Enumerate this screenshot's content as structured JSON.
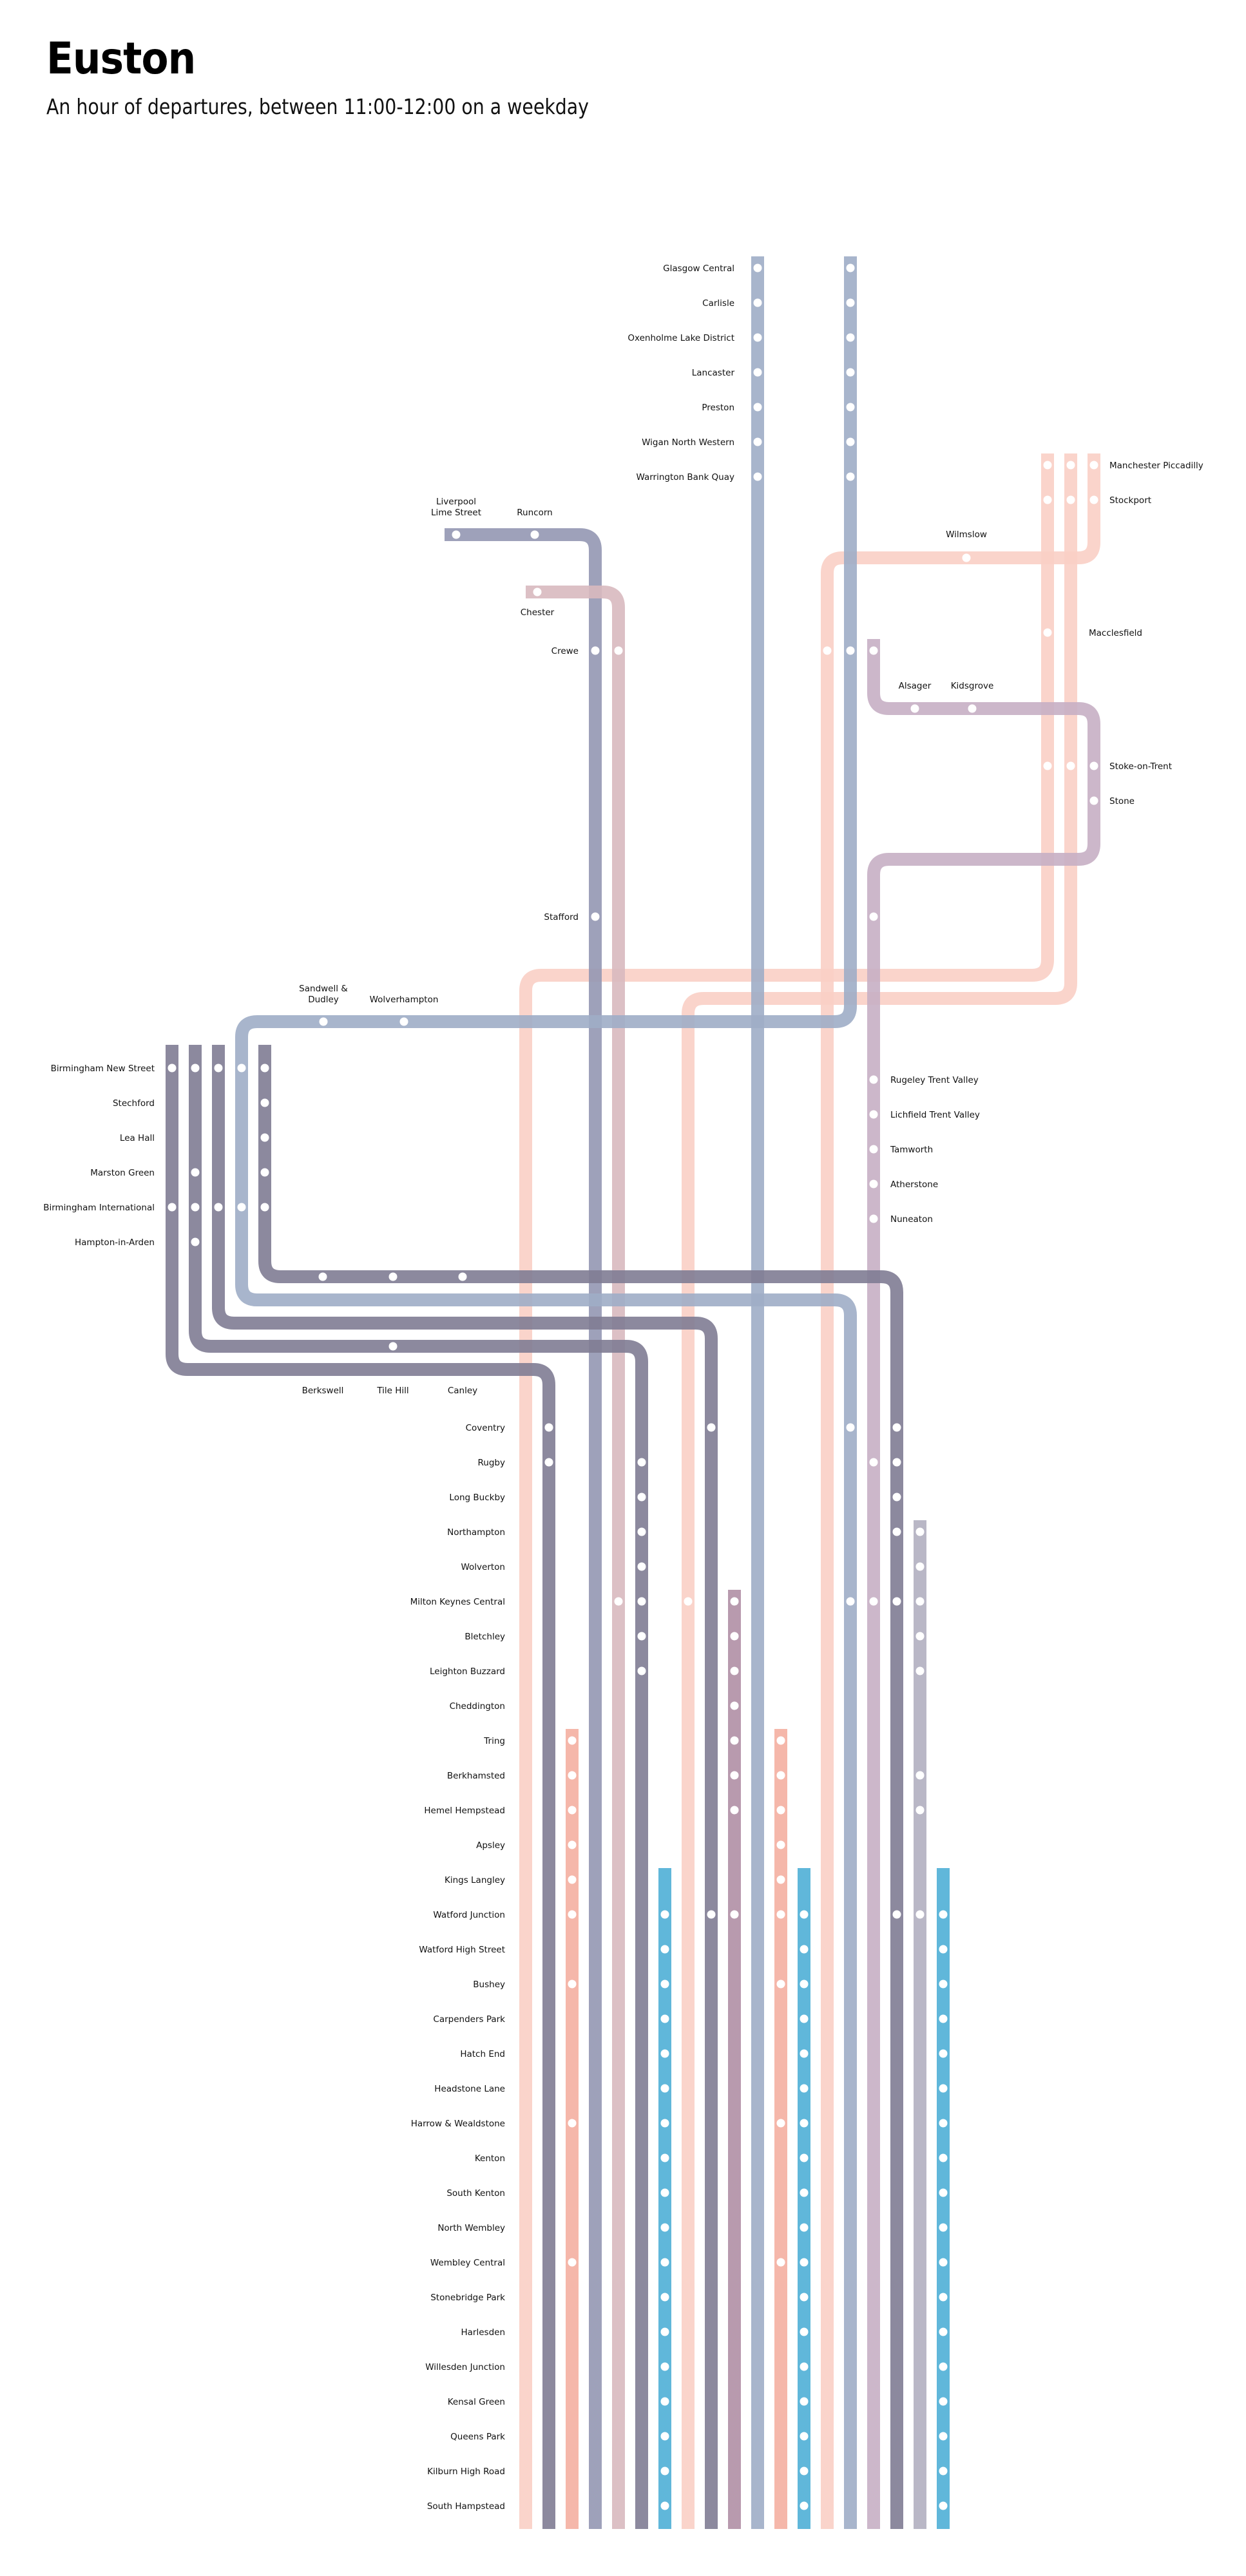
{
  "header": {
    "title": "Euston",
    "subtitle": "An hour of departures, between 11:00-12:00 on a weekday"
  },
  "colors": {
    "pink_light": "#f9cfc5",
    "dark": "#807c93",
    "salmon": "#f4afa1",
    "slate": "#9497b2",
    "dusty_pink": "#d8b9bf",
    "overground_blue": "#4fafd6",
    "mauve": "#b08fa5",
    "blue_grey": "#9fadc7",
    "lilac": "#c6afc4",
    "grey_lilac": "#b1afc0",
    "stop": "#ffffff"
  },
  "stations": {
    "north": [
      "Glasgow Central",
      "Carlisle",
      "Oxenholme Lake District",
      "Lancaster",
      "Preston",
      "Wigan North Western",
      "Warrington Bank Quay"
    ],
    "liverpool": [
      "Liverpool Lime Street",
      "Runcorn"
    ],
    "chester": "Chester",
    "crewe": "Crewe",
    "stafford": "Stafford",
    "manchester": [
      "Manchester Piccadilly",
      "Stockport"
    ],
    "wilmslow": "Wilmslow",
    "macclesfield": "Macclesfield",
    "potteries": [
      "Alsager",
      "Kidsgrove"
    ],
    "stoke": [
      "Stoke-on-Trent",
      "Stone"
    ],
    "west_mids": [
      "Sandwell & Dudley",
      "Wolverhampton"
    ],
    "birmingham": [
      "Birmingham New Street",
      "Stechford",
      "Lea Hall",
      "Marston Green",
      "Birmingham International",
      "Hampton-in-Arden"
    ],
    "trent_valley": [
      "Rugeley Trent Valley",
      "Lichfield Trent Valley",
      "Tamworth",
      "Atherstone",
      "Nuneaton"
    ],
    "coventry_approach": [
      "Berkswell",
      "Tile Hill",
      "Canley"
    ],
    "south": [
      "Coventry",
      "Rugby",
      "Long Buckby",
      "Northampton",
      "Wolverton",
      "Milton Keynes Central",
      "Bletchley",
      "Leighton Buzzard",
      "Cheddington",
      "Tring",
      "Berkhamsted",
      "Hemel Hempstead",
      "Apsley",
      "Kings Langley",
      "Watford Junction",
      "Watford High Street",
      "Bushey",
      "Carpenders Park",
      "Hatch End",
      "Headstone Lane",
      "Harrow & Wealdstone",
      "Kenton",
      "South Kenton",
      "North Wembley",
      "Wembley Central",
      "Stonebridge Park",
      "Harlesden",
      "Willesden Junction",
      "Kensal Green",
      "Queens Park",
      "Kilburn High Road",
      "South Hampstead"
    ]
  },
  "services": [
    {
      "id": "s0",
      "color": "pink_light",
      "stops": [
        "Manchester Piccadilly",
        "Stockport",
        "Macclesfield",
        "Stoke-on-Trent"
      ]
    },
    {
      "id": "s1",
      "color": "dark",
      "stops": [
        "Birmingham New Street",
        "Birmingham International",
        "Coventry",
        "Rugby"
      ]
    },
    {
      "id": "s2",
      "color": "salmon",
      "stops": [
        "Tring",
        "Berkhamsted",
        "Hemel Hempstead",
        "Apsley",
        "Kings Langley",
        "Watford Junction",
        "Bushey",
        "Harrow & Wealdstone",
        "Wembley Central"
      ]
    },
    {
      "id": "s3",
      "color": "slate",
      "stops": [
        "Liverpool Lime Street",
        "Runcorn",
        "Crewe",
        "Stafford"
      ]
    },
    {
      "id": "s4",
      "color": "dusty_pink",
      "stops": [
        "Chester",
        "Crewe",
        "Milton Keynes Central"
      ]
    },
    {
      "id": "s5",
      "color": "dark",
      "stops": [
        "Birmingham New Street",
        "Marston Green",
        "Birmingham International",
        "Hampton-in-Arden",
        "Tile Hill",
        "Rugby",
        "Long Buckby",
        "Northampton",
        "Wolverton",
        "Milton Keynes Central",
        "Bletchley",
        "Leighton Buzzard"
      ]
    },
    {
      "id": "s6",
      "color": "overground_blue",
      "stops": [
        "Watford Junction",
        "Watford High Street",
        "Bushey",
        "Carpenders Park",
        "Hatch End",
        "Headstone Lane",
        "Harrow & Wealdstone",
        "Kenton",
        "South Kenton",
        "North Wembley",
        "Wembley Central",
        "Stonebridge Park",
        "Harlesden",
        "Willesden Junction",
        "Kensal Green",
        "Queens Park",
        "Kilburn High Road",
        "South Hampstead"
      ]
    },
    {
      "id": "s7",
      "color": "pink_light",
      "stops": [
        "Manchester Piccadilly",
        "Stockport",
        "Stoke-on-Trent",
        "Milton Keynes Central"
      ]
    },
    {
      "id": "s8",
      "color": "dark",
      "stops": [
        "Birmingham New Street",
        "Birmingham International",
        "Coventry",
        "Watford Junction"
      ]
    },
    {
      "id": "s9",
      "color": "mauve",
      "stops": [
        "Milton Keynes Central",
        "Bletchley",
        "Leighton Buzzard",
        "Cheddington",
        "Tring",
        "Berkhamsted",
        "Hemel Hempstead",
        "Watford Junction"
      ]
    },
    {
      "id": "s10",
      "color": "blue_grey",
      "stops": [
        "Glasgow Central",
        "Carlisle",
        "Oxenholme Lake District",
        "Lancaster",
        "Preston",
        "Wigan North Western",
        "Warrington Bank Quay"
      ]
    },
    {
      "id": "s11",
      "color": "salmon",
      "stops": [
        "Tring",
        "Berkhamsted",
        "Hemel Hempstead",
        "Apsley",
        "Kings Langley",
        "Watford Junction",
        "Bushey",
        "Harrow & Wealdstone",
        "Wembley Central"
      ]
    },
    {
      "id": "s12",
      "color": "overground_blue",
      "stops": [
        "Watford Junction",
        "Watford High Street",
        "Bushey",
        "Carpenders Park",
        "Hatch End",
        "Headstone Lane",
        "Harrow & Wealdstone",
        "Kenton",
        "South Kenton",
        "North Wembley",
        "Wembley Central",
        "Stonebridge Park",
        "Harlesden",
        "Willesden Junction",
        "Kensal Green",
        "Queens Park",
        "Kilburn High Road",
        "South Hampstead"
      ]
    },
    {
      "id": "s13",
      "color": "pink_light",
      "stops": [
        "Manchester Piccadilly",
        "Stockport",
        "Wilmslow",
        "Crewe"
      ]
    },
    {
      "id": "s14",
      "color": "blue_grey",
      "stops": [
        "Glasgow Central",
        "Carlisle",
        "Oxenholme Lake District",
        "Lancaster",
        "Preston",
        "Wigan North Western",
        "Warrington Bank Quay",
        "Crewe",
        "Wolverhampton",
        "Sandwell & Dudley",
        "Birmingham New Street",
        "Birmingham International",
        "Coventry",
        "Milton Keynes Central"
      ]
    },
    {
      "id": "s15",
      "color": "lilac",
      "stops": [
        "Crewe",
        "Alsager",
        "Kidsgrove",
        "Stoke-on-Trent",
        "Stone",
        "Stafford",
        "Rugeley Trent Valley",
        "Lichfield Trent Valley",
        "Tamworth",
        "Atherstone",
        "Nuneaton",
        "Rugby",
        "Milton Keynes Central"
      ]
    },
    {
      "id": "s16",
      "color": "dark",
      "stops": [
        "Birmingham New Street",
        "Stechford",
        "Lea Hall",
        "Marston Green",
        "Birmingham International",
        "Berkswell",
        "Tile Hill",
        "Canley",
        "Coventry",
        "Rugby",
        "Long Buckby",
        "Northampton",
        "Milton Keynes Central",
        "Watford Junction"
      ]
    },
    {
      "id": "s17",
      "color": "grey_lilac",
      "stops": [
        "Northampton",
        "Wolverton",
        "Milton Keynes Central",
        "Bletchley",
        "Leighton Buzzard",
        "Berkhamsted",
        "Hemel Hempstead",
        "Watford Junction"
      ]
    },
    {
      "id": "s18",
      "color": "overground_blue",
      "stops": [
        "Watford Junction",
        "Watford High Street",
        "Bushey",
        "Carpenders Park",
        "Hatch End",
        "Headstone Lane",
        "Harrow & Wealdstone",
        "Kenton",
        "South Kenton",
        "North Wembley",
        "Wembley Central",
        "Stonebridge Park",
        "Harlesden",
        "Willesden Junction",
        "Kensal Green",
        "Queens Park",
        "Kilburn High Road",
        "South Hampstead"
      ]
    }
  ]
}
